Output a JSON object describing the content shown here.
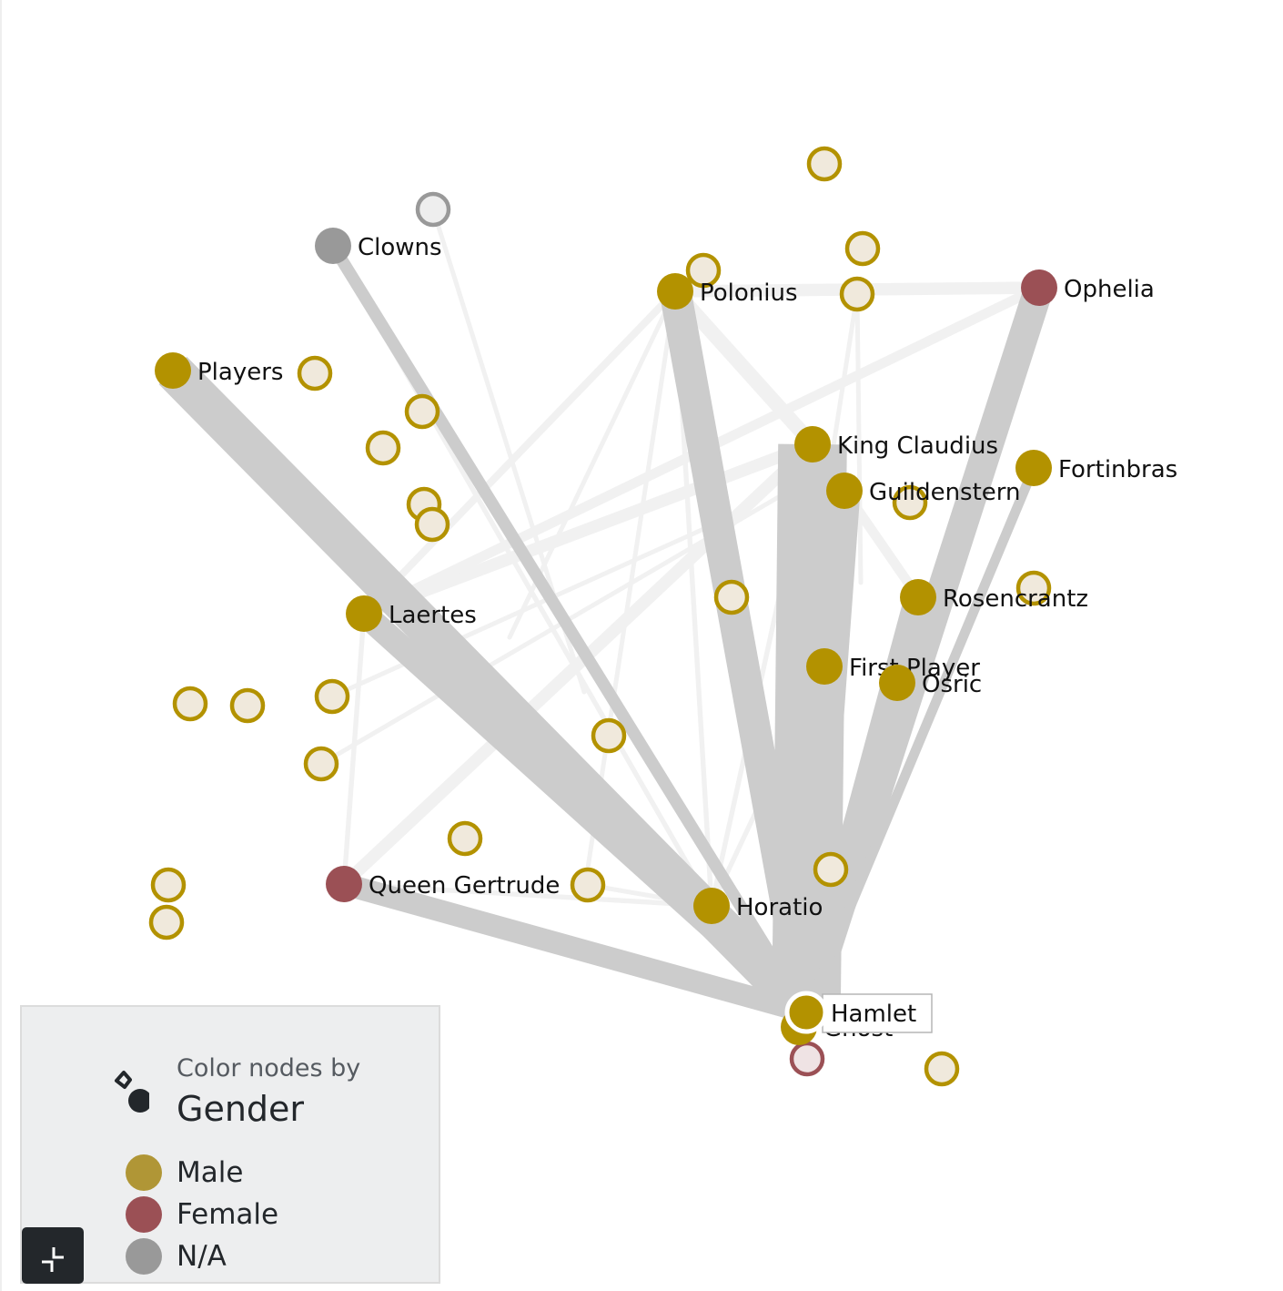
{
  "colors": {
    "male": "#b39200",
    "female": "#9b5055",
    "na": "#999999",
    "hollow_fill": "#f0e9dc",
    "edge_main": "#cccccc",
    "edge_faint": "#f1f1f1"
  },
  "legend": {
    "subtitle": "Color nodes by",
    "title": "Gender",
    "items": [
      {
        "label": "Male",
        "color": "#b09636"
      },
      {
        "label": "Female",
        "color": "#9b5055"
      },
      {
        "label": "N/A",
        "color": "#999999"
      }
    ]
  },
  "focus": {
    "label": "Hamlet"
  },
  "characters": [
    {
      "id": "hamlet",
      "label": "Hamlet",
      "gender": "male"
    },
    {
      "id": "ghost",
      "label": "Ghost",
      "gender": "male"
    },
    {
      "id": "clowns",
      "label": "Clowns",
      "gender": "na"
    },
    {
      "id": "polonius",
      "label": "Polonius",
      "gender": "male"
    },
    {
      "id": "ophelia",
      "label": "Ophelia",
      "gender": "female"
    },
    {
      "id": "players",
      "label": "Players",
      "gender": "male"
    },
    {
      "id": "king_claudius",
      "label": "King Claudius",
      "gender": "male"
    },
    {
      "id": "fortinbras",
      "label": "Fortinbras",
      "gender": "male"
    },
    {
      "id": "guildenstern",
      "label": "Guildenstern",
      "gender": "male"
    },
    {
      "id": "laertes",
      "label": "Laertes",
      "gender": "male"
    },
    {
      "id": "rosencrantz",
      "label": "Rosencrantz",
      "gender": "male"
    },
    {
      "id": "first_player",
      "label": "First Player",
      "gender": "male"
    },
    {
      "id": "osric",
      "label": "Osric",
      "gender": "male"
    },
    {
      "id": "queen_gertrude",
      "label": "Queen Gertrude",
      "gender": "female"
    },
    {
      "id": "horatio",
      "label": "Horatio",
      "gender": "male"
    }
  ],
  "minor_characters": [
    {
      "gender": "male"
    },
    {
      "gender": "na"
    },
    {
      "gender": "male"
    },
    {
      "gender": "male"
    },
    {
      "gender": "male"
    },
    {
      "gender": "male"
    },
    {
      "gender": "male"
    },
    {
      "gender": "male"
    },
    {
      "gender": "male"
    },
    {
      "gender": "male"
    },
    {
      "gender": "male"
    },
    {
      "gender": "male"
    },
    {
      "gender": "male"
    },
    {
      "gender": "male"
    },
    {
      "gender": "male"
    },
    {
      "gender": "male"
    },
    {
      "gender": "male"
    },
    {
      "gender": "male"
    },
    {
      "gender": "male"
    },
    {
      "gender": "male"
    },
    {
      "gender": "male"
    },
    {
      "gender": "male"
    },
    {
      "gender": "male"
    },
    {
      "gender": "female"
    },
    {
      "gender": "male"
    }
  ],
  "links": [
    {
      "source": "hamlet",
      "target": "king_claudius",
      "weight": 28
    },
    {
      "source": "hamlet",
      "target": "players",
      "weight": 16
    },
    {
      "source": "hamlet",
      "target": "polonius",
      "weight": 13
    },
    {
      "source": "hamlet",
      "target": "guildenstern",
      "weight": 13
    },
    {
      "source": "hamlet",
      "target": "ophelia",
      "weight": 12
    },
    {
      "source": "hamlet",
      "target": "rosencrantz",
      "weight": 11
    },
    {
      "source": "hamlet",
      "target": "laertes",
      "weight": 10
    },
    {
      "source": "hamlet",
      "target": "queen_gertrude",
      "weight": 9
    },
    {
      "source": "hamlet",
      "target": "clowns",
      "weight": 5
    },
    {
      "source": "hamlet",
      "target": "fortinbras",
      "weight": 4
    },
    {
      "source": "hamlet",
      "target": "horatio",
      "weight": 4
    },
    {
      "source": "polonius",
      "target": "king_claudius",
      "weight": 6
    },
    {
      "source": "polonius",
      "target": "ophelia",
      "weight": 5
    },
    {
      "source": "queen_gertrude",
      "target": "king_claudius",
      "weight": 5
    },
    {
      "source": "laertes",
      "target": "king_claudius",
      "weight": 5
    },
    {
      "source": "laertes",
      "target": "ophelia",
      "weight": 4
    },
    {
      "source": "polonius",
      "target": "laertes",
      "weight": 3
    },
    {
      "source": "king_claudius",
      "target": "rosencrantz",
      "weight": 4
    },
    {
      "source": "king_claudius",
      "target": "horatio",
      "weight": 2
    },
    {
      "source": "queen_gertrude",
      "target": "laertes",
      "weight": 2
    },
    {
      "source": "queen_gertrude",
      "target": "horatio",
      "weight": 2
    },
    {
      "source": "polonius",
      "target": "horatio",
      "weight": 2
    },
    {
      "source": "clowns",
      "target": "horatio",
      "weight": 2
    },
    {
      "source": "first_player",
      "target": "horatio",
      "weight": 2
    }
  ]
}
